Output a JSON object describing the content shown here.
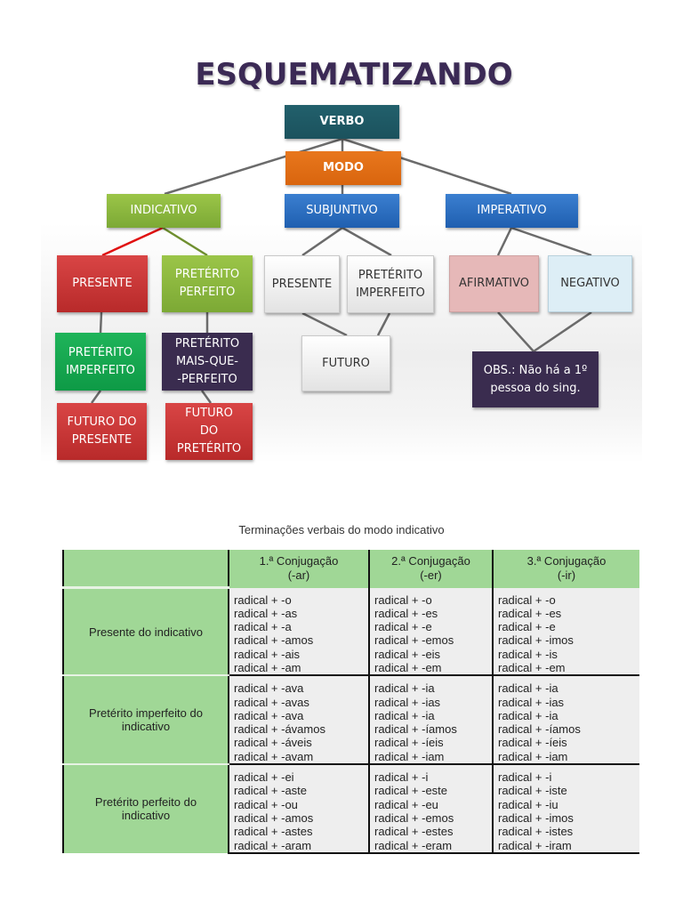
{
  "diagram": {
    "title": "ESQUEMATIZANDO",
    "nodes": {
      "verbo": "VERBO",
      "modo": "MODO",
      "indicativo": "INDICATIVO",
      "subjuntivo": "SUBJUNTIVO",
      "imperativo": "IMPERATIVO",
      "ind_presente": "PRESENTE",
      "ind_preterito_perfeito": "PRETÉRITO PERFEITO",
      "ind_preterito_imperfeito": "PRETÉRITO IMPERFEITO",
      "ind_preterito_mais_que_perfeito": "PRETÉRITO MAIS-QUE- -PERFEITO",
      "ind_futuro_do_presente": "FUTURO DO PRESENTE",
      "ind_futuro_do_preterito": "FUTURO DO PRETÉRITO",
      "sub_presente": "PRESENTE",
      "sub_preterito_imperfeito": "PRETÉRITO IMPERFEITO",
      "sub_futuro": "FUTURO",
      "imp_afirmativo": "AFIRMATIVO",
      "imp_negativo": "NEGATIVO",
      "imp_obs": "OBS.: Não há a 1º pessoa do sing."
    },
    "colors": {
      "title": "#3b2a55",
      "verbo": "#1f5a66",
      "modo": "#e06d15",
      "indicativo": "#8bb83e",
      "subjuntivo_imperativo": "#2e6fc2",
      "red": "#c93434",
      "dark_green": "#16a650",
      "purple": "#3a2c4f",
      "afirmativo": "#e6b8b8",
      "negativo": "#ddeef6",
      "link_gray": "#6b6b6b",
      "link_red": "#e01010",
      "link_green": "#6f8f2f"
    }
  },
  "table": {
    "caption": "Terminações verbais do modo indicativo",
    "header": [
      "",
      "1.ª Conjugação\n(-ar)",
      "2.ª Conjugação\n(-er)",
      "3.ª Conjugação\n(-ir)"
    ],
    "header_lines": [
      [
        "",
        ""
      ],
      [
        "1.ª Conjugação",
        "(-ar)"
      ],
      [
        "2.ª Conjugação",
        "(-er)"
      ],
      [
        "3.ª Conjugação",
        "(-ir)"
      ]
    ],
    "rows": [
      {
        "label": "Presente do indicativo",
        "cols": [
          [
            "radical + -o",
            "radical + -as",
            "radical + -a",
            "radical + -amos",
            "radical + -ais",
            "radical + -am"
          ],
          [
            "radical + -o",
            "radical + -es",
            "radical + -e",
            "radical + -emos",
            "radical + -eis",
            "radical + -em"
          ],
          [
            "radical + -o",
            "radical + -es",
            "radical + -e",
            "radical + -imos",
            "radical + -is",
            "radical + -em"
          ]
        ]
      },
      {
        "label": "Pretérito imperfeito do indicativo",
        "cols": [
          [
            "radical + -ava",
            "radical + -avas",
            "radical + -ava",
            "radical + -ávamos",
            "radical + -áveis",
            "radical + -avam"
          ],
          [
            "radical + -ia",
            "radical + -ias",
            "radical + -ia",
            "radical + -íamos",
            "radical + -íeis",
            "radical + -iam"
          ],
          [
            "radical + -ia",
            "radical + -ias",
            "radical + -ia",
            "radical + -íamos",
            "radical + -íeis",
            "radical + -iam"
          ]
        ]
      },
      {
        "label": "Pretérito perfeito do indicativo",
        "cols": [
          [
            "radical + -ei",
            "radical + -aste",
            "radical + -ou",
            "radical + -amos",
            "radical + -astes",
            "radical + -aram"
          ],
          [
            "radical + -i",
            "radical + -este",
            "radical + -eu",
            "radical + -emos",
            "radical + -estes",
            "radical + -eram"
          ],
          [
            "radical + -i",
            "radical + -iste",
            "radical + -iu",
            "radical + -imos",
            "radical + -istes",
            "radical + -iram"
          ]
        ]
      }
    ],
    "colors": {
      "header_bg": "#a0d796",
      "cell_bg": "#eeeeee",
      "border": "#111111"
    }
  }
}
